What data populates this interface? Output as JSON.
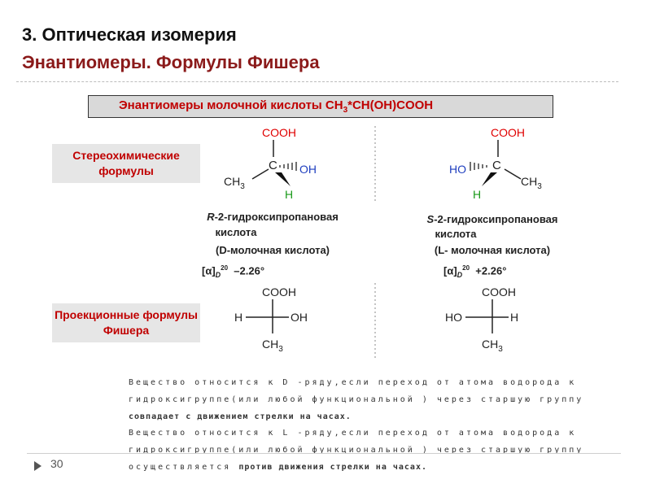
{
  "slide": {
    "title": "3. Оптическая изомерия",
    "subtitle": "Энантиомеры. Формулы Фишера",
    "header_main": "Энантиомеры  молочной кислоты  ",
    "header_formula": "CH",
    "header_sub3": "3",
    "header_formula_rest": "*CH(OH)COOH",
    "label_stereo": "Стереохимические формулы",
    "label_fischer": "Проекционные формулы Фишера",
    "left": {
      "name_prefix": "R",
      "name_line1": "-2-гидроксипропановая",
      "name_line2": "кислота",
      "name_line3": "(D-молочная кислота)",
      "rotation_symbol": "[α]",
      "rotation_sub": "D",
      "rotation_sup": "20",
      "rotation_value": "–2.26°"
    },
    "right": {
      "name_prefix": "S",
      "name_line1": "-2-гидроксипропановая",
      "name_line2": "кислота",
      "name_line3": "(L- молочная кислота)",
      "rotation_symbol": "[α]",
      "rotation_sub": "D",
      "rotation_sup": "20",
      "rotation_value": "+2.26°"
    },
    "atoms": {
      "cooh": "COOH",
      "c": "C",
      "oh": "OH",
      "ho": "HO",
      "h": "H",
      "ch3": "CH",
      "sub3": "3"
    },
    "note1_part1": "Вещество относится к D -ряду,если  переход   от атома водорода к гидроксигруппе(или любой функциональной ) через старшую группу ",
    "note1_bold": "совпадает с  движением  стрелки на часах.",
    "note2_part1": "Вещество относится к  L -ряду,если  переход   от атома водорода к гидроксигруппе(или любой функциональной ) через старшую  группу  осуществляется ",
    "note2_bold": "против   движения стрелки на часах.",
    "page_number": "30"
  },
  "colors": {
    "title_dark": "#111111",
    "subtitle_red": "#8b1a1a",
    "accent_red": "#c00000",
    "oxygen_red": "#e00000",
    "hydrogen_green": "#1a9a1a",
    "hydroxyl_blue": "#1f3fbf"
  }
}
